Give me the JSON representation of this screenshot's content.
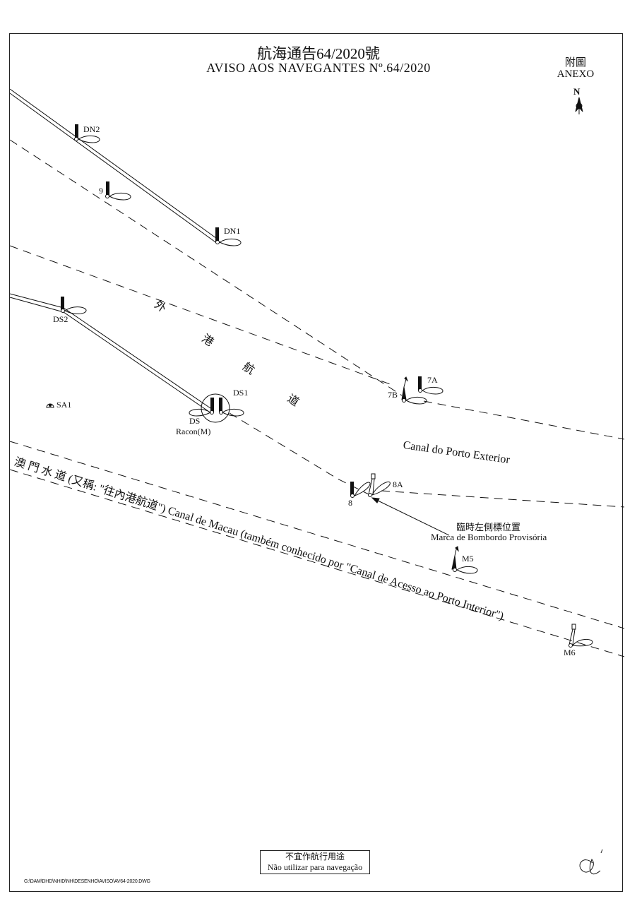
{
  "header": {
    "title_zh": "航海通告64/2020號",
    "title_pt": "AVISO AOS NAVEGANTES Nº.64/2020",
    "annex_zh": "附圖",
    "annex_pt": "ANEXO",
    "north_label": "N"
  },
  "marks": {
    "dn2": "DN2",
    "nine": "9",
    "dn1": "DN1",
    "ds2": "DS2",
    "ds1": "DS1",
    "ds": "DS",
    "racon": "Racon(M)",
    "sa1": "SA1",
    "m7a": "7A",
    "m7b": "7B",
    "m8a": "8A",
    "m8": "8",
    "m5": "M5",
    "m6": "M6"
  },
  "channels": {
    "outer_zh_chars": [
      "外",
      "港",
      "航",
      "道"
    ],
    "outer_pt": "Canal do Porto Exterior",
    "macau": "澳 門 水 道 (又稱: \"往內港航道\") Canal de Macau (também conhecido por \"Canal de Acesso ao Porto Interior\")"
  },
  "annotation": {
    "temp_zh": "臨時左側標位置",
    "temp_pt": "Marca de Bombordo Provisória"
  },
  "footer": {
    "caution_zh": "不宜作航行用途",
    "caution_pt": "Não utilizar para navegação",
    "file_path": "G:\\DAM\\DHD\\NHID\\NH\\DESENHO\\AVISO\\AV64-2020.DWG"
  },
  "colors": {
    "ink": "#111111",
    "background": "#ffffff"
  }
}
